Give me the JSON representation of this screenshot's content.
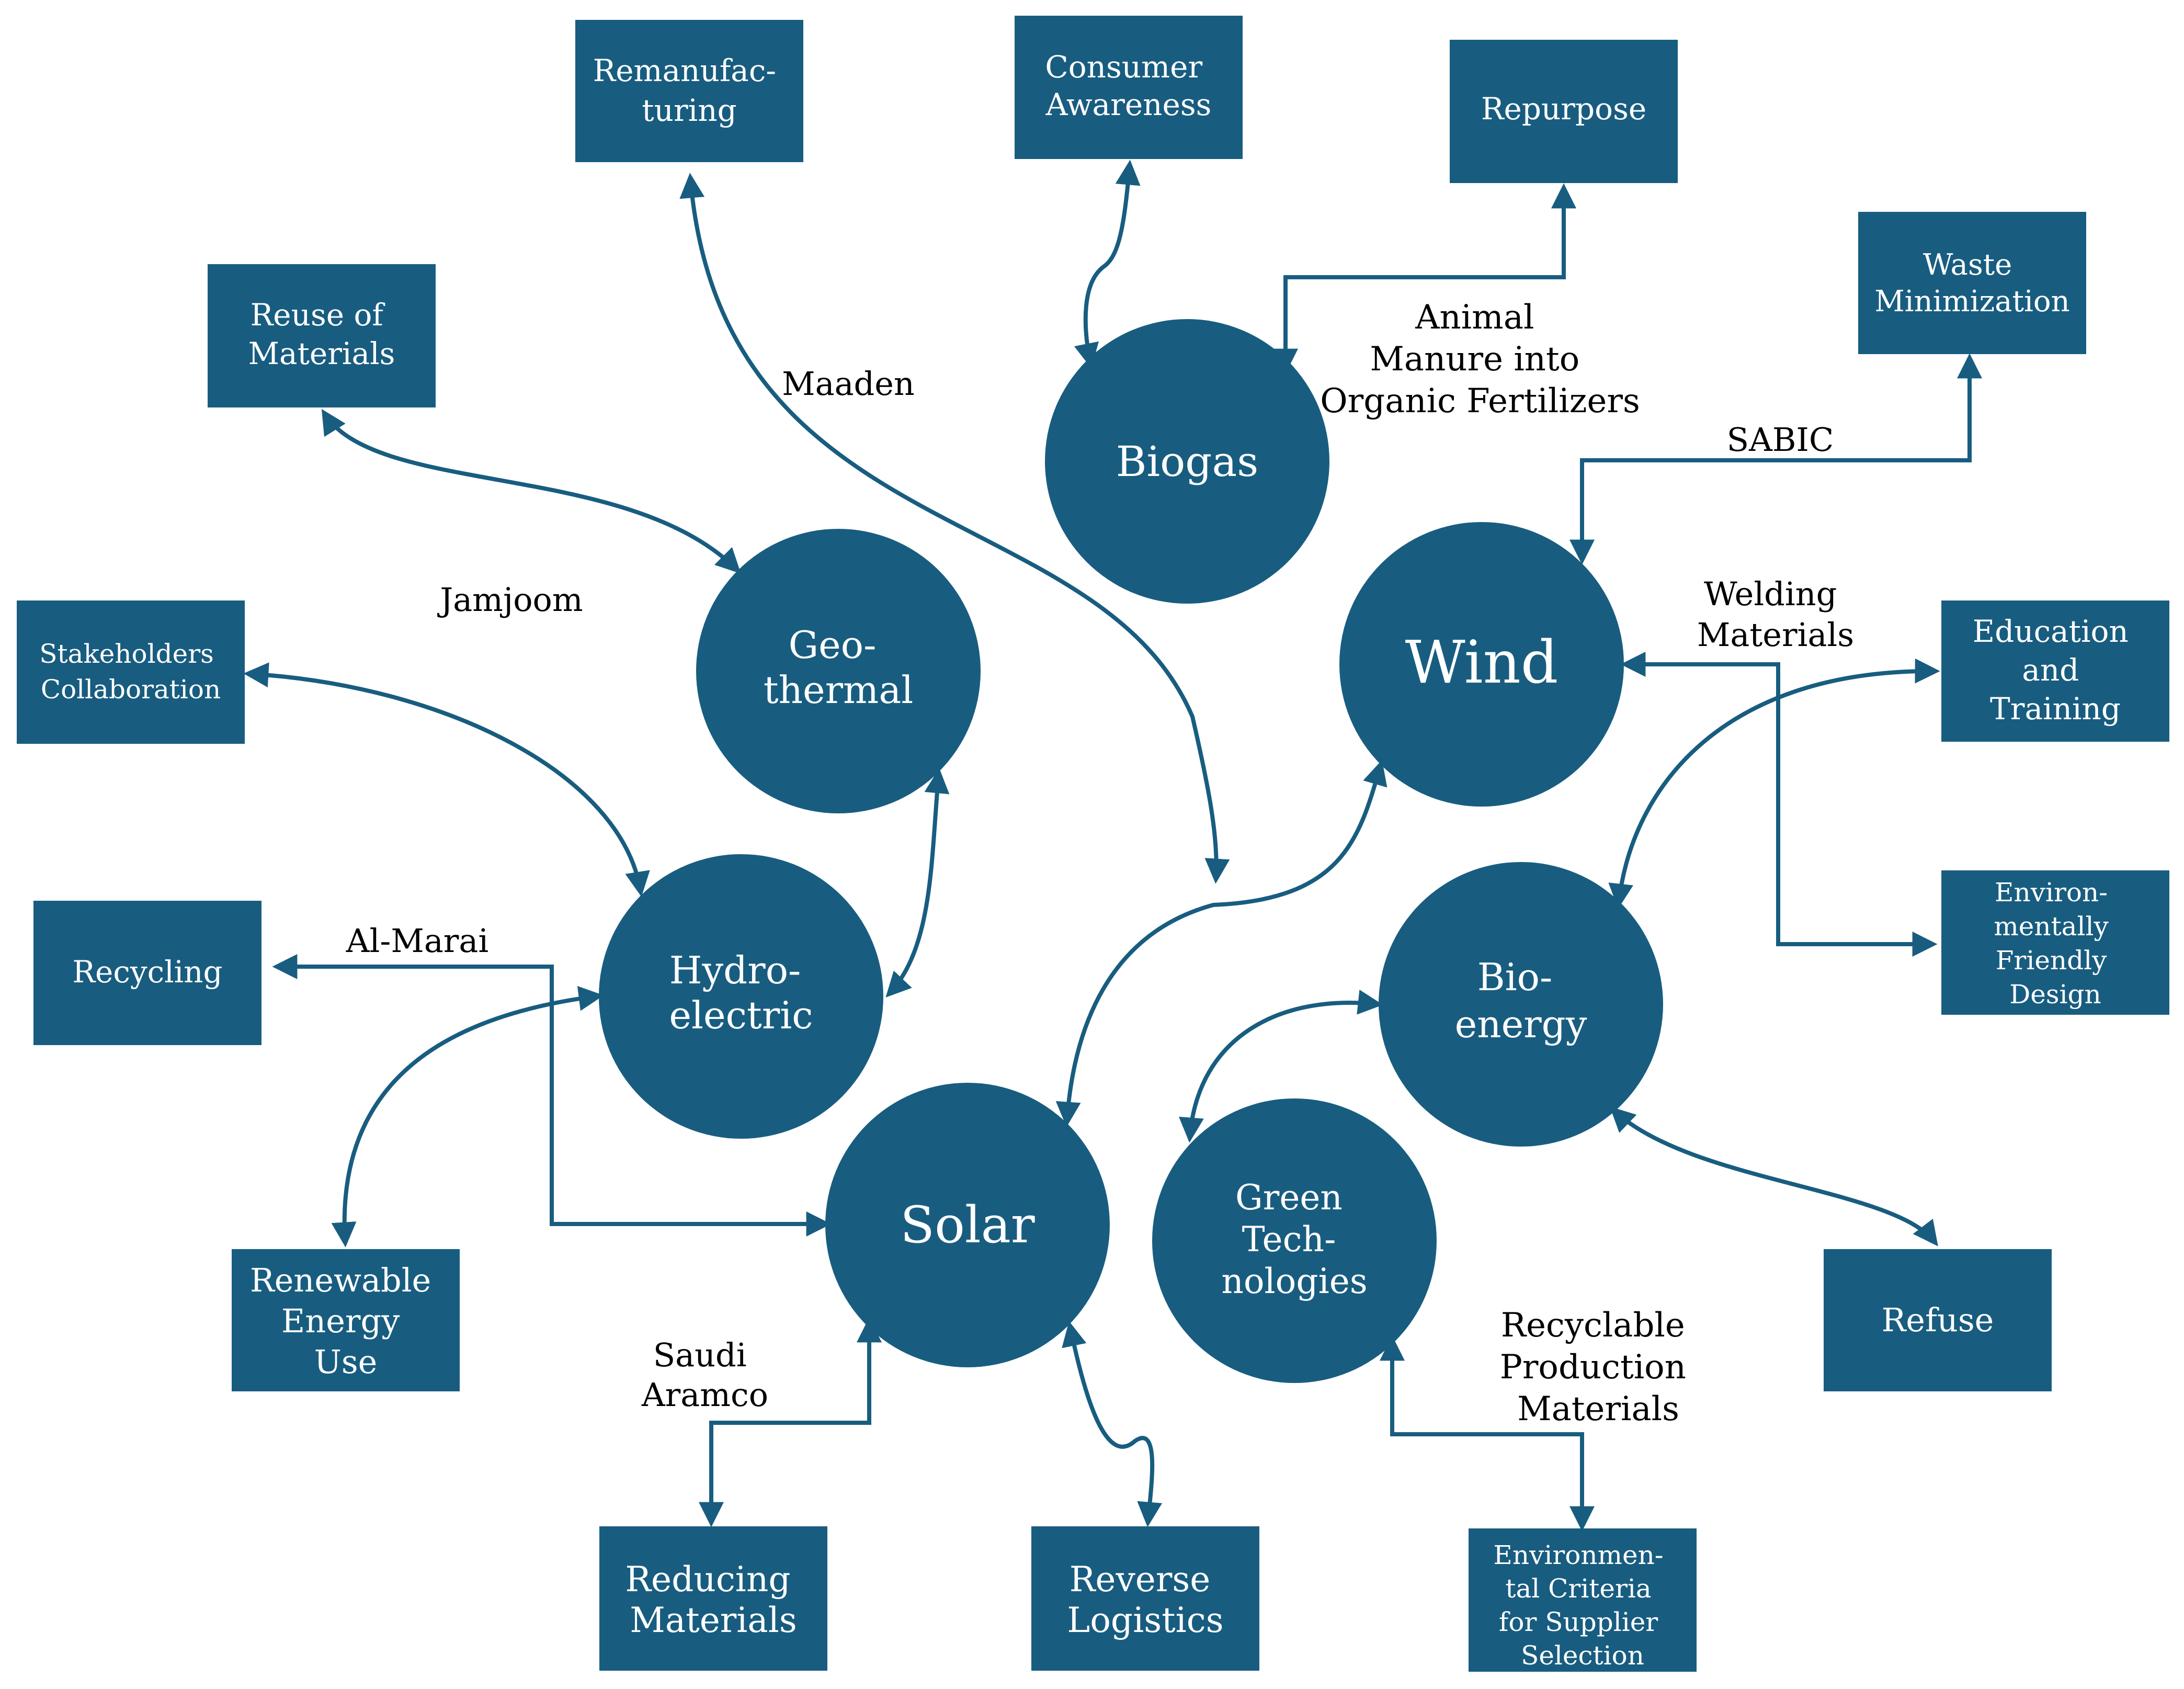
{
  "colors": {
    "fill": "#185d80",
    "line": "#185d80",
    "node_text": "#ffffff",
    "edge_text": "#000000"
  },
  "circles": {
    "biogas": [
      "Biogas"
    ],
    "wind": [
      "Wind"
    ],
    "geothermal": [
      "Geo-",
      "thermal"
    ],
    "hydroelectric": [
      "Hydro-",
      "electric"
    ],
    "bioenergy": [
      "Bio-",
      "energy"
    ],
    "solar": [
      "Solar"
    ],
    "green_tech": [
      "Green",
      "Tech-",
      "nologies"
    ]
  },
  "boxes": {
    "remanufacturing": [
      "Remanufac-",
      "turing"
    ],
    "consumer_awareness": [
      "Consumer",
      "Awareness"
    ],
    "repurpose": [
      "Repurpose"
    ],
    "waste_minimization": [
      "Waste",
      "Minimization"
    ],
    "reuse_of_materials": [
      "Reuse of",
      "Materials"
    ],
    "stakeholders_collaboration": [
      "Stakeholders",
      "Collaboration"
    ],
    "education_and_training": [
      "Education",
      "and",
      "Training"
    ],
    "environmentally_friendly_design": [
      "Environ-",
      "mentally",
      "Friendly",
      "Design"
    ],
    "recycling": [
      "Recycling"
    ],
    "renewable_energy_use": [
      "Renewable",
      "Energy",
      "Use"
    ],
    "refuse": [
      "Refuse"
    ],
    "reducing_materials": [
      "Reducing",
      "Materials"
    ],
    "reverse_logistics": [
      "Reverse",
      "Logistics"
    ],
    "environmental_criteria": [
      "Environmen-",
      "tal Criteria",
      "for Supplier",
      "Selection"
    ]
  },
  "edge_labels": {
    "maaden": [
      "Maaden"
    ],
    "animal_manure": [
      "Animal",
      "Manure into",
      "Organic Fertilizers"
    ],
    "sabic": [
      "SABIC"
    ],
    "jamjoom": [
      "Jamjoom"
    ],
    "welding_materials": [
      "Welding",
      "Materials"
    ],
    "al_marai": [
      "Al-Marai"
    ],
    "saudi_aramco": [
      "Saudi",
      "Aramco"
    ],
    "recyclable_production_materials": [
      "Recyclable",
      "Production",
      "Materials"
    ]
  }
}
